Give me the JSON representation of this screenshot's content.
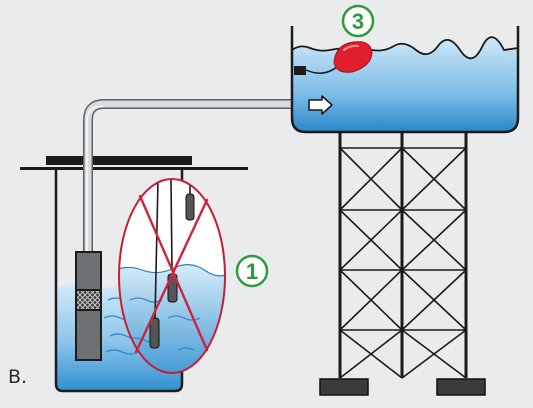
{
  "figure": {
    "corner_label": "B.",
    "callouts": [
      {
        "id": "well-float-detail",
        "label": "1"
      },
      {
        "id": "tank-float",
        "label": "3"
      }
    ],
    "colors": {
      "background": "#e9ebed",
      "water_light": "#c6e3f5",
      "water_dark": "#2f8fd0",
      "callout_green": "#2e9a3c",
      "prohibited_red": "#d2233c",
      "float_red": "#e0202e",
      "pipe": "#cfd3d6",
      "structure": "#1a1a1a"
    },
    "icons": [
      "flow-arrow-icon",
      "prohibited-cross-icon"
    ]
  }
}
